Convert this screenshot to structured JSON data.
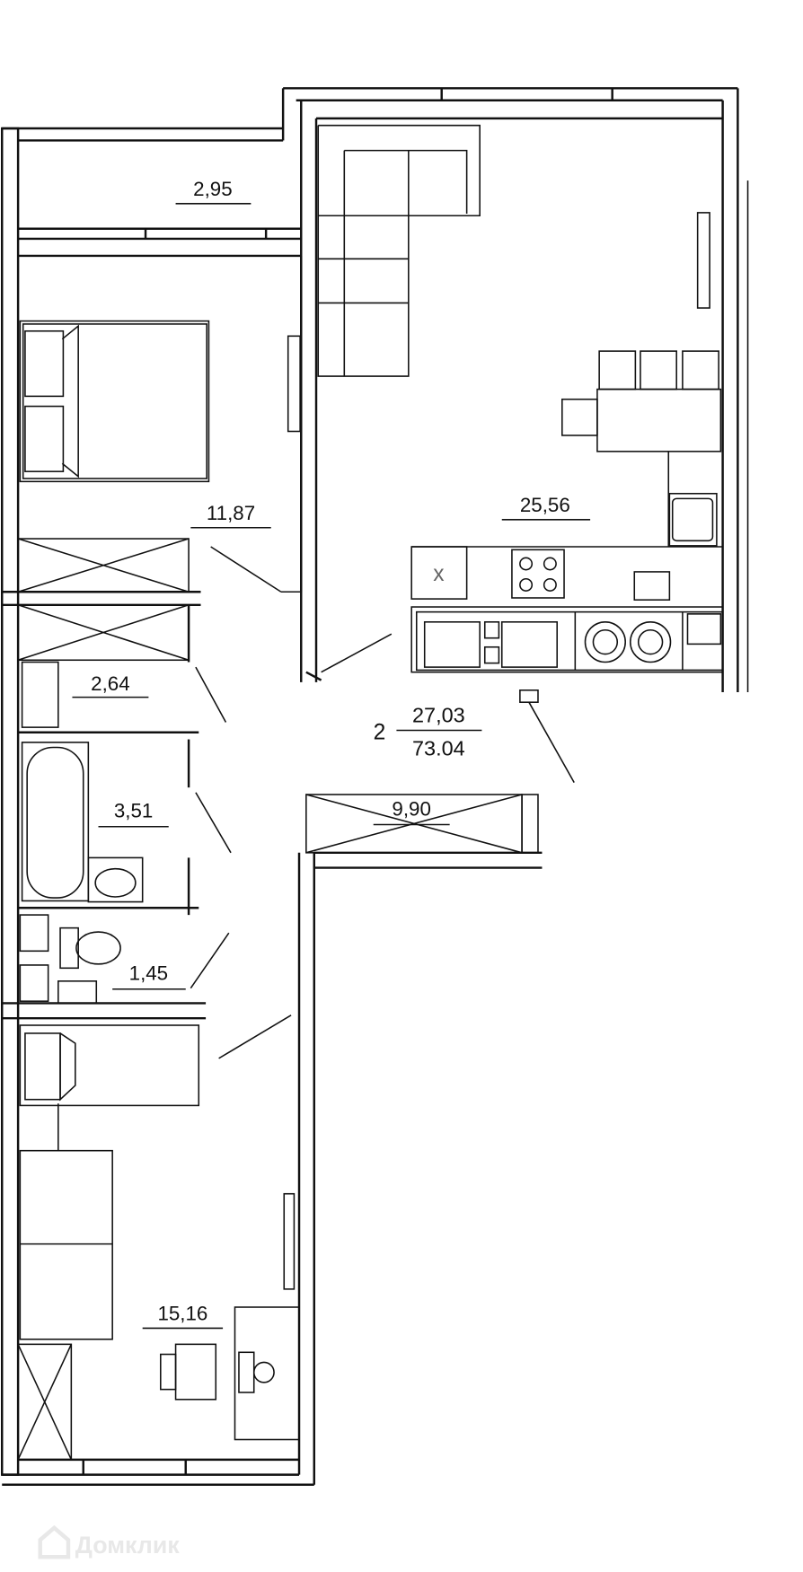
{
  "plan": {
    "rooms": [
      {
        "id": "balcony-top",
        "area": "2,95"
      },
      {
        "id": "bedroom",
        "area": "11,87"
      },
      {
        "id": "kitchen-living",
        "area": "25,56"
      },
      {
        "id": "hall-storage",
        "area": "2,64"
      },
      {
        "id": "bathroom",
        "area": "3,51"
      },
      {
        "id": "toilet",
        "area": "1,45"
      },
      {
        "id": "corridor",
        "area": "9,90"
      },
      {
        "id": "bedroom-2",
        "area": "15,16"
      }
    ],
    "summary": {
      "rooms_count": "2",
      "living_area": "27,03",
      "total_area": "73.04"
    }
  },
  "watermark": {
    "text": "Домклик"
  }
}
